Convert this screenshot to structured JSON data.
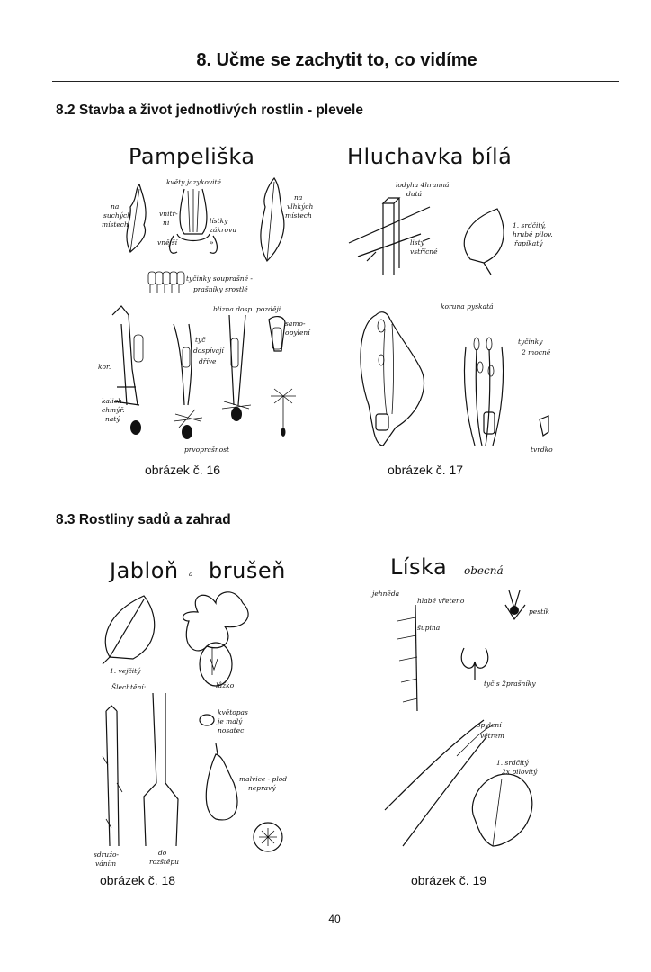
{
  "header": {
    "title": "8. Učme se zachytit to, co vidíme"
  },
  "sections": [
    {
      "title": "8.2 Stavba a život jednotlivých rostlin - plevele"
    },
    {
      "title": "8.3 Rostliny sadů a zahrad"
    }
  ],
  "figures": {
    "f16": {
      "title": "Pampeliška",
      "caption": "obrázek č. 16",
      "labels": {
        "kvety": "květy jazykovité",
        "na_suchych": "na",
        "na_suchych2": "suchých",
        "na_suchych3": "místech",
        "na_vlhkych": "na",
        "na_vlhkych2": "vlhkých",
        "na_vlhkych3": "místech",
        "vnitr": "vnitř-",
        "vnitr2": "ní",
        "vnejsi": "vnější",
        "listky": "lístky",
        "listky2": "zákrovu",
        "quote": "»",
        "tycinky": "tyčinky souprašné -",
        "tycinky2": "prašníky srostlé",
        "blizna": "blizna dosp. později",
        "samo": "samo-",
        "samo2": "opylení",
        "tyc": "tyč",
        "tyc2": "dospívají",
        "tyc3": "dříve",
        "kor": "kor.",
        "kalich": "kalich",
        "kalich2": "chmýř.",
        "kalich3": "natý",
        "pruoprasnost": "prvoprašnost"
      }
    },
    "f17": {
      "title": "Hluchavka bílá",
      "caption": "obrázek č. 17",
      "labels": {
        "lodyha": "lodyha 4hranná",
        "lodyha2": "dutá",
        "listy": "listy",
        "listy2": "vstřícné",
        "list": "1. srdčitý,",
        "list2": "hrubě pilov.",
        "list3": "řapíkatý",
        "koruna": "koruna pyskatá",
        "tycinky": "tyčinky",
        "tycinky2": "2 mocné",
        "turdko": "tvrdko"
      }
    },
    "f18": {
      "title_main": "Jabloň",
      "title_a": "a",
      "title_second": "brušeň",
      "caption": "obrázek č. 18",
      "labels": {
        "list": "1. vejčitý",
        "slechteni": "Šlechtění:",
        "luzko": "lůžko",
        "kvetopas": "květopas",
        "kvetopas2": "je malý",
        "kvetopas3": "nosatec",
        "malvice": "malvice - plod",
        "malvice2": "nepravý",
        "sdruzo": "sdružo-",
        "sdruzo2": "váním",
        "do": "do",
        "do2": "rozštěpu"
      }
    },
    "f19": {
      "title_main": "Líska",
      "title_second": "obecná",
      "caption": "obrázek č. 19",
      "labels": {
        "jehneda": "jehněda",
        "vreteno": "hlabé vřeteno",
        "supina": "šupina",
        "pestik": "pestík",
        "tyc": "tyč s 2prašníky",
        "opyleni": "opylení",
        "opyleni2": "větrem",
        "list": "1. srdčitý",
        "list2": "2x pilovitý"
      }
    }
  },
  "footer": {
    "page_number": "40"
  }
}
